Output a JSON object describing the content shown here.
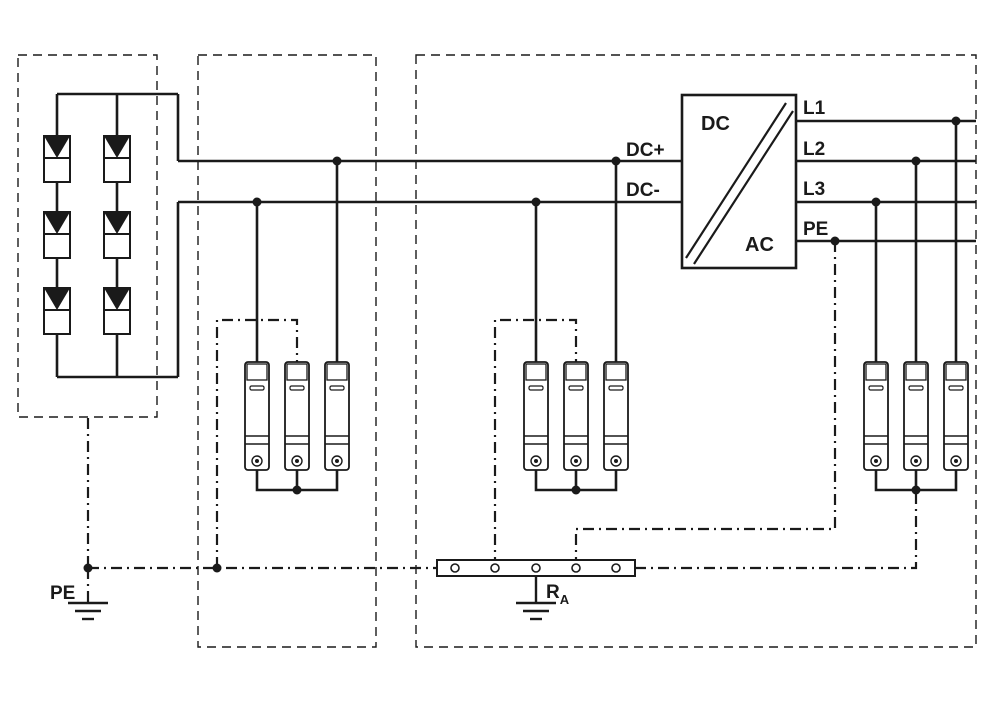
{
  "inverter": {
    "dc_label": "DC",
    "ac_label": "AC"
  },
  "terminals": {
    "dc_plus": "DC+",
    "dc_minus": "DC-",
    "l1": "L1",
    "l2": "L2",
    "l3": "L3",
    "pe": "PE"
  },
  "earth": {
    "pe_label": "PE",
    "ra_main": "R",
    "ra_sub": "A"
  }
}
